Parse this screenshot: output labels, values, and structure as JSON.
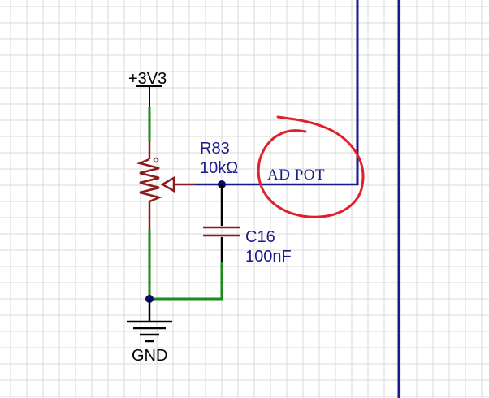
{
  "power": {
    "supply_label": "+3V3",
    "ground_label": "GND"
  },
  "resistor": {
    "designator": "R83",
    "value": "10kΩ"
  },
  "capacitor": {
    "designator": "C16",
    "value": "100nF"
  },
  "net": {
    "label": "AD  POT"
  },
  "colors": {
    "background": "#ffffff",
    "grid": "#dadada",
    "wire_green": "#1a8a1a",
    "wire_blue": "#1a1a8c",
    "component": "#8b1a1a",
    "junction": "#0a0a6a",
    "annotation": "#e0202a"
  }
}
